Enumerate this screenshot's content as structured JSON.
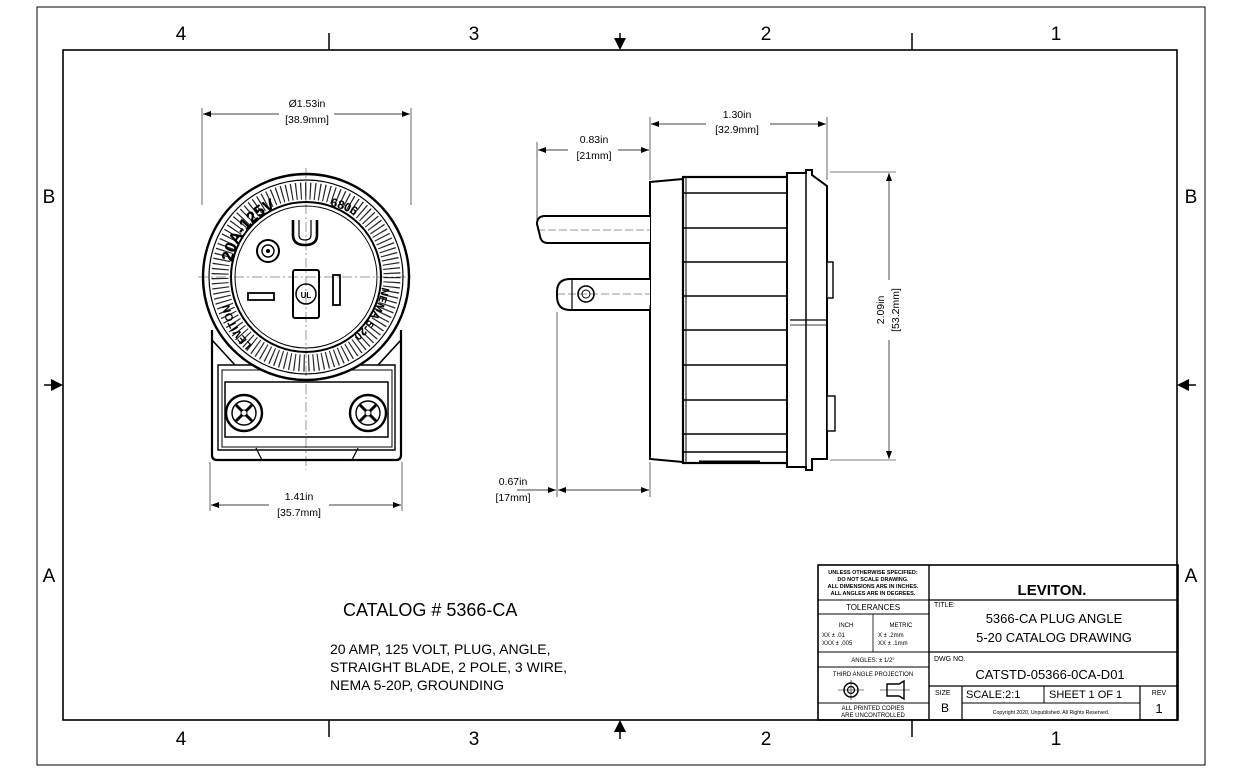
{
  "zones": {
    "columns": [
      "4",
      "3",
      "2",
      "1"
    ],
    "rows": [
      "B",
      "A"
    ]
  },
  "front_view": {
    "dia_label": "Ø1.53in",
    "dia_metric": "[38.9mm]",
    "width_label": "1.41in",
    "width_metric": "[35.7mm]",
    "rating_text": "20A-125V",
    "code_text": "6806",
    "nema_text": "NEMA 5-20",
    "brand_text": "LEVITON"
  },
  "side_view": {
    "length_label": "1.30in",
    "length_metric": "[32.9mm]",
    "blade_label": "0.83in",
    "blade_metric": "[21mm]",
    "height_label": "2.09in",
    "height_metric": "[53.2mm]",
    "ground_label": "0.67in",
    "ground_metric": "[17mm]"
  },
  "catalog": {
    "title": "CATALOG # 5366-CA",
    "description": [
      "20 AMP, 125 VOLT, PLUG, ANGLE,",
      "STRAIGHT BLADE, 2 POLE, 3 WIRE,",
      "NEMA 5-20P, GROUNDING"
    ]
  },
  "title_block": {
    "notes": [
      "UNLESS OTHERWISE SPECIFIED:",
      "DO NOT SCALE DRAWING.",
      "ALL DIMENSIONS ARE IN INCHES.",
      "ALL ANGLES ARE IN DEGREES."
    ],
    "tolerances_label": "TOLERANCES",
    "inch_label": "INCH",
    "metric_label": "METRIC",
    "inch_tol_1": "XX   ± .01",
    "inch_tol_2": "XXX  ± .005",
    "metric_tol_1": "X    ± .2mm",
    "metric_tol_2": "XX   ± .1mm",
    "angles": "ANGLES: ± 1/2°",
    "projection": "THIRD ANGLE PROJECTION",
    "uncontrolled_1": "ALL PRINTED COPIES",
    "uncontrolled_2": "ARE UNCONTROLLED",
    "logo": "LEVITON.",
    "title_label": "TITLE:",
    "title_line_1": "5366-CA PLUG ANGLE",
    "title_line_2": "5-20 CATALOG DRAWING",
    "dwg_label": "DWG NO.",
    "dwg_no": "CATSTD-05366-0CA-D01",
    "size_label": "SIZE",
    "size_value": "B",
    "scale": "SCALE:2:1",
    "sheet": "SHEET 1 OF 1",
    "rev_label": "REV",
    "rev_value": "1",
    "copyright": "Copyright 2020, Unpublished. All Rights Reserved."
  }
}
